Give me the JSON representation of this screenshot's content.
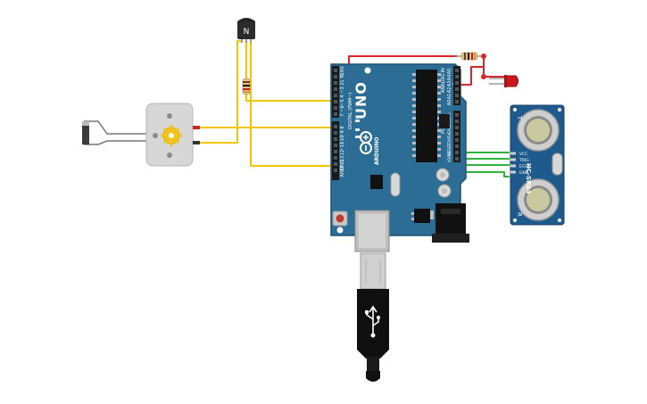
{
  "colors": {
    "background": "#ffffff",
    "board_blue": "#2c6d96",
    "board_dark": "#1f5273",
    "wire_yellow": "#f2c500",
    "wire_red": "#d9262b",
    "wire_green": "#2fb33a",
    "sensor_blue": "#1e5a8c",
    "led_red": "#c9181e",
    "motor_body": "#d7d7d7",
    "motor_gear": "#f0c419"
  },
  "transistor": {
    "label": "N"
  },
  "arduino": {
    "model": "UNO",
    "brand": "ARDUINO",
    "header_digital": "DIGITAL (PWM~)",
    "header_analog": "ANALOG IN",
    "header_power": "POWER",
    "analog_pins": [
      "A5",
      "A4",
      "A3",
      "A2",
      "A1",
      "A0"
    ],
    "power_pins": [
      "Vin",
      "GND",
      "GND",
      "5V",
      "3.3V",
      "RESET",
      "IOREF"
    ],
    "digital_pins_top": [
      "0 RX",
      "1 TX",
      "2",
      "~3",
      "4",
      "~5",
      "~6",
      "7"
    ],
    "digital_pins_bottom": [
      "8",
      "~9",
      "~10",
      "~11",
      "12",
      "13",
      "GND",
      "AREF"
    ]
  },
  "sensor": {
    "model": "HC-SR04",
    "pins": [
      "VCC",
      "TRIG",
      "ECHO",
      "GND"
    ],
    "label_t": "T",
    "label_r": "R"
  },
  "icons": {
    "usb": "usb-icon",
    "gear": "gear-icon"
  }
}
